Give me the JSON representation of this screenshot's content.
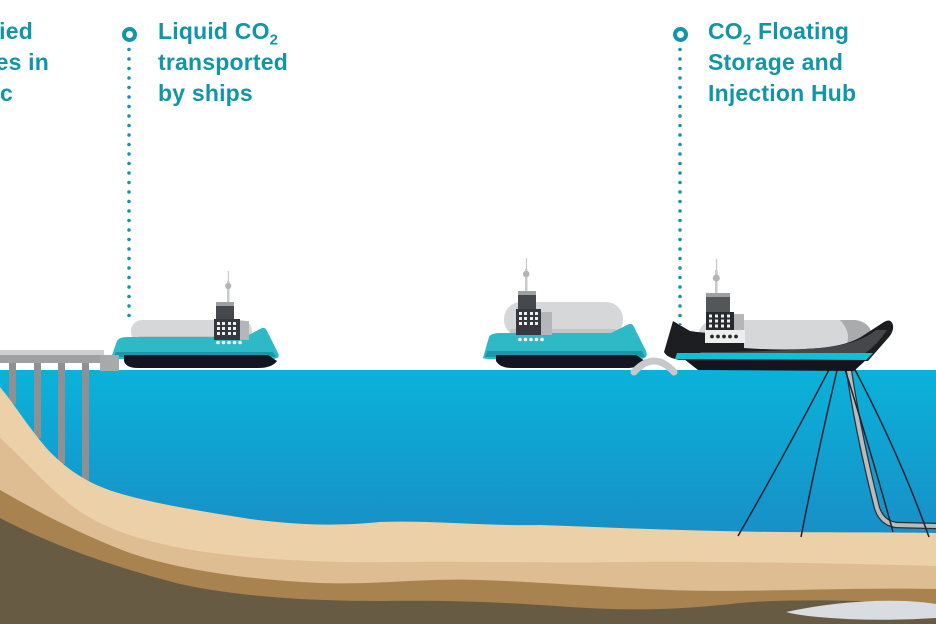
{
  "palette": {
    "teal": "#1095a9",
    "water_top": "#0ab2da",
    "water_bottom": "#1f7dbd",
    "ship_teal": "#2db9c5",
    "ship_teal_dark": "#1798ab",
    "keel": "#14151e",
    "tank": "#d6d7d8",
    "tank_shadow": "#c2c5c6",
    "tank_dark": "#a9abad",
    "ss_dark": "#35393d",
    "funnel": "#45484c",
    "cap": "#9da0a2",
    "light_block": "#b4b7b9",
    "mast": "#c9cbcd",
    "ball": "#b2b5b7",
    "hub_hull": "#1d1e22",
    "hub_sheen": "#46474b",
    "hub_stripe": "#0cc3d6",
    "tower_white": "#ededee",
    "hub_funnel": "#54575a",
    "hub_win": "#26292d",
    "pier_deck": "#9fa0a2",
    "pier_deck_top": "#cdcecf",
    "pillar": "#8e9092",
    "stub": "#a7a9ab",
    "sand1": "#ecd1a8",
    "sand2": "#dfbd92",
    "sand3": "#a8834f",
    "sand4": "#675b43",
    "reservoir": "#d9dce0",
    "mooring": "#1c2230",
    "riser": "#b9bcbd",
    "riser_edge": "#2a2f3a",
    "hose": "#c6c8ca"
  },
  "labels": {
    "source": {
      "line1_fragment": "ied",
      "line2_fragment": "es in",
      "line3_fragment": "c"
    },
    "shipping": {
      "line1_pre": "Liquid CO",
      "line1_sub": "2",
      "line2": "transported",
      "line3": "by ships"
    },
    "hub": {
      "line1_pre": "CO",
      "line1_sub": "2",
      "line1_post": " Floating",
      "line2": "Storage and",
      "line3": "Injection Hub"
    }
  }
}
